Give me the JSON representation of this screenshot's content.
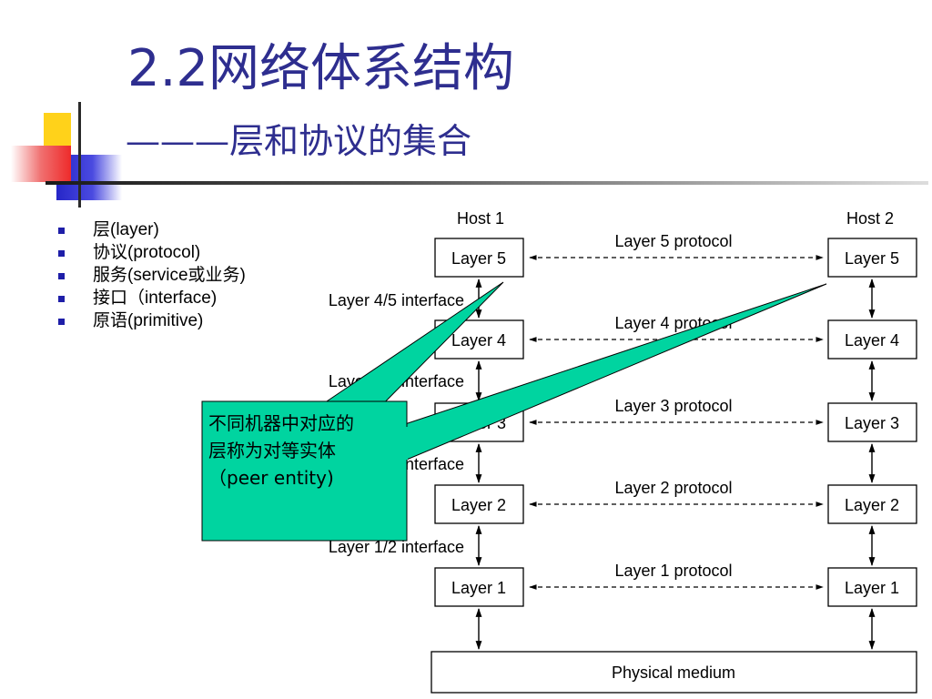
{
  "title": {
    "main": "2.2网络体系结构",
    "sub": "———层和协议的集合"
  },
  "bullets": [
    "层(layer)",
    "协议(protocol)",
    "服务(service或业务)",
    "接口（interface)",
    "原语(primitive)"
  ],
  "diagram": {
    "host1_label": "Host 1",
    "host2_label": "Host 2",
    "layers": [
      "Layer 5",
      "Layer 4",
      "Layer 3",
      "Layer 2",
      "Layer 1"
    ],
    "protocols": [
      "Layer 5 protocol",
      "Layer 4 protocol",
      "Layer 3 protocol",
      "Layer 2 protocol",
      "Layer 1 protocol"
    ],
    "interfaces": [
      "Layer 4/5 interface",
      "Layer 3/4 interface",
      "Layer 2/3 interface",
      "Layer 1/2 interface"
    ],
    "physical_medium": "Physical medium"
  },
  "callout": {
    "lines": [
      "不同机器中对应的",
      "层称为对等实体",
      "（peer entity)"
    ],
    "fill_color": "#00d4a0"
  },
  "colors": {
    "title": "#2e2e8f",
    "bullet": "#1e1ea8"
  }
}
